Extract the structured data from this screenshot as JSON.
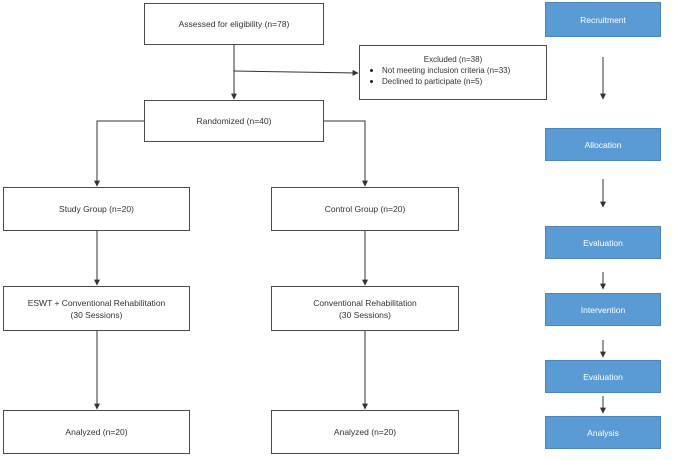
{
  "flow": {
    "assessed": "Assessed for eligibility (n=78)",
    "excluded": {
      "title": "Excluded (n=38)",
      "items": [
        "Not meeting inclusion criteria (n=33)",
        "Declined to participate (n=5)"
      ]
    },
    "randomized": "Randomized (n=40)",
    "study_group": "Study Group (n=20)",
    "control_group": "Control Group (n=20)",
    "study_intervention": {
      "line1": "ESWT + Conventional Rehabilitation",
      "line2": "(30 Sessions)"
    },
    "control_intervention": {
      "line1": "Conventional Rehabilitation",
      "line2": "(30 Sessions)"
    },
    "study_analyzed": "Analyzed (n=20)",
    "control_analyzed": "Analyzed (n=20)"
  },
  "stages": [
    "Recruitment",
    "Allocation",
    "Evaluation",
    "Intervention",
    "Evaluation",
    "Analysis"
  ],
  "colors": {
    "stage_fill": "#5b9bd5",
    "box_border": "#4a4a4a",
    "line": "#333333"
  }
}
